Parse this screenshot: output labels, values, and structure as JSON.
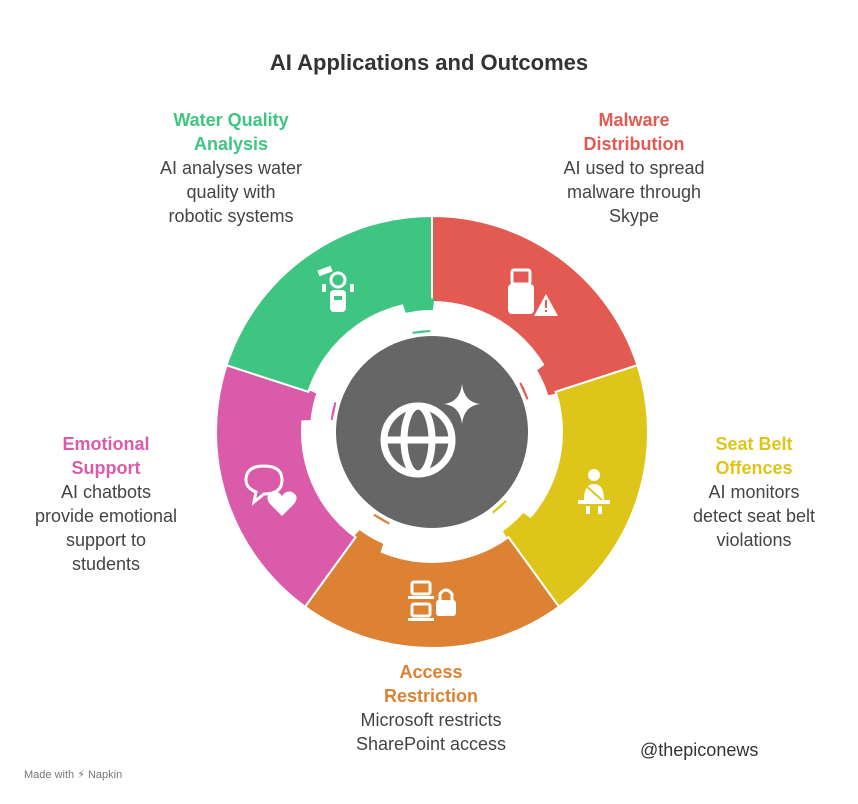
{
  "title": "AI Applications and Outcomes",
  "segments": [
    {
      "key": "malware",
      "title_line1": "Malware",
      "title_line2": "Distribution",
      "desc_lines": [
        "AI used to spread",
        "malware through",
        "Skype"
      ],
      "color": "#E35A52",
      "icon": "usb-warning-icon"
    },
    {
      "key": "seatbelt",
      "title_line1": "Seat Belt",
      "title_line2": "Offences",
      "desc_lines": [
        "AI monitors",
        "detect seat belt",
        "violations"
      ],
      "color": "#DEC51A",
      "icon": "seatbelt-person-icon"
    },
    {
      "key": "access",
      "title_line1": "Access",
      "title_line2": "Restriction",
      "desc_lines": [
        "Microsoft restricts",
        "SharePoint access"
      ],
      "color": "#DC8232",
      "icon": "laptop-lock-icon"
    },
    {
      "key": "emotional",
      "title_line1": "Emotional",
      "title_line2": "Support",
      "desc_lines": [
        "AI chatbots",
        "provide emotional",
        "support to",
        "students"
      ],
      "color": "#DB5BAB",
      "icon": "chat-heart-icon"
    },
    {
      "key": "water",
      "title_line1": "Water Quality",
      "title_line2": "Analysis",
      "desc_lines": [
        "AI analyses water",
        "quality with",
        "robotic systems"
      ],
      "color": "#3EC581",
      "icon": "robot-arm-icon"
    }
  ],
  "center": {
    "color": "#666666",
    "icon": "globe-sparkle-icon"
  },
  "footer": {
    "made_with": "Made with ⚡ Napkin",
    "handle": "@thepiconews"
  }
}
